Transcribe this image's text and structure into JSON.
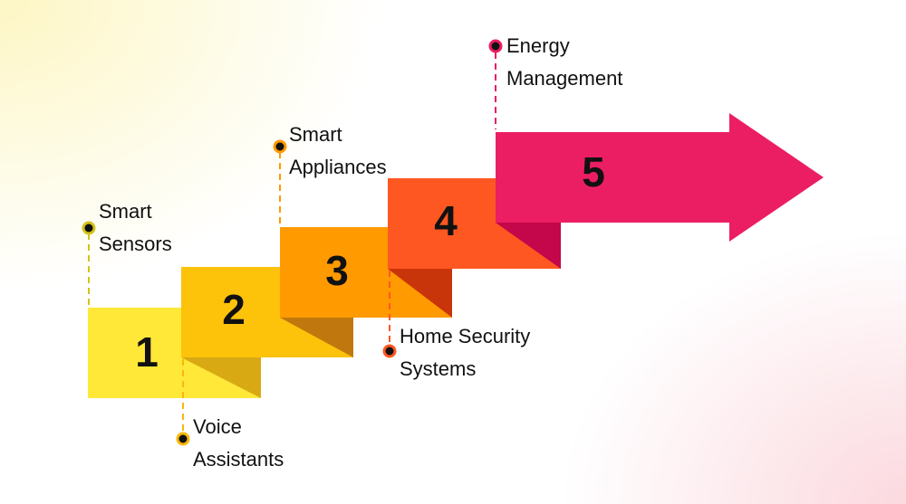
{
  "steps": [
    {
      "number": "1",
      "label_line1": "Smart",
      "label_line2": "Sensors",
      "color": "#FFE838",
      "fold_color": "#D9A914",
      "marker_color": "#D4C21A"
    },
    {
      "number": "2",
      "label_line1": "Voice",
      "label_line2": "Assistants",
      "color": "#FDC20A",
      "fold_color": "#C0780E",
      "marker_color": "#FDB60A"
    },
    {
      "number": "3",
      "label_line1": "Smart",
      "label_line2": "Appliances",
      "color": "#FF9A00",
      "fold_color": "#C9350A",
      "marker_color": "#FF9A00"
    },
    {
      "number": "4",
      "label_line1": "Home Security",
      "label_line2": "Systems",
      "color": "#FF5722",
      "fold_color": "#C4064A",
      "marker_color": "#FF5722"
    },
    {
      "number": "5",
      "label_line1": "Energy",
      "label_line2": "Management",
      "color": "#EB1E63",
      "marker_color": "#EB1E63"
    }
  ],
  "icons": {
    "marker": "dot-marker-icon",
    "arrow": "arrow-right-icon"
  }
}
